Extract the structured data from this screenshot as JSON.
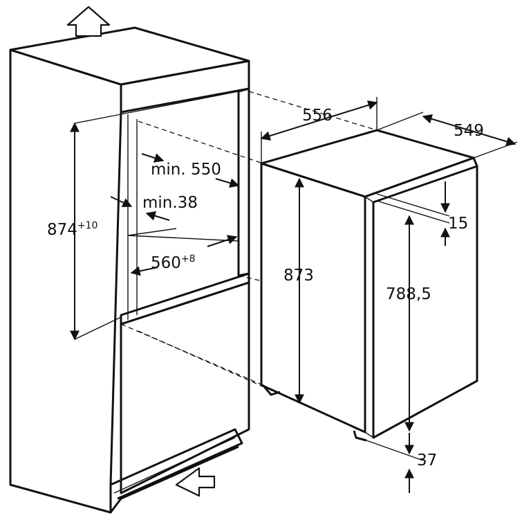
{
  "diagram": {
    "dimensions": {
      "niche_height": {
        "value": "874",
        "tolerance": "+10"
      },
      "niche_depth": "min. 550",
      "side_clearance": "min.38",
      "niche_width": {
        "value": "560",
        "tolerance": "+8"
      },
      "appliance_width": "556",
      "appliance_depth": "549",
      "appliance_height": "873",
      "door_height": "788,5",
      "top_gap": "15",
      "bottom_gap": "37"
    },
    "icons": [
      "airflow-up-arrow-icon",
      "airflow-in-arrow-icon"
    ]
  }
}
